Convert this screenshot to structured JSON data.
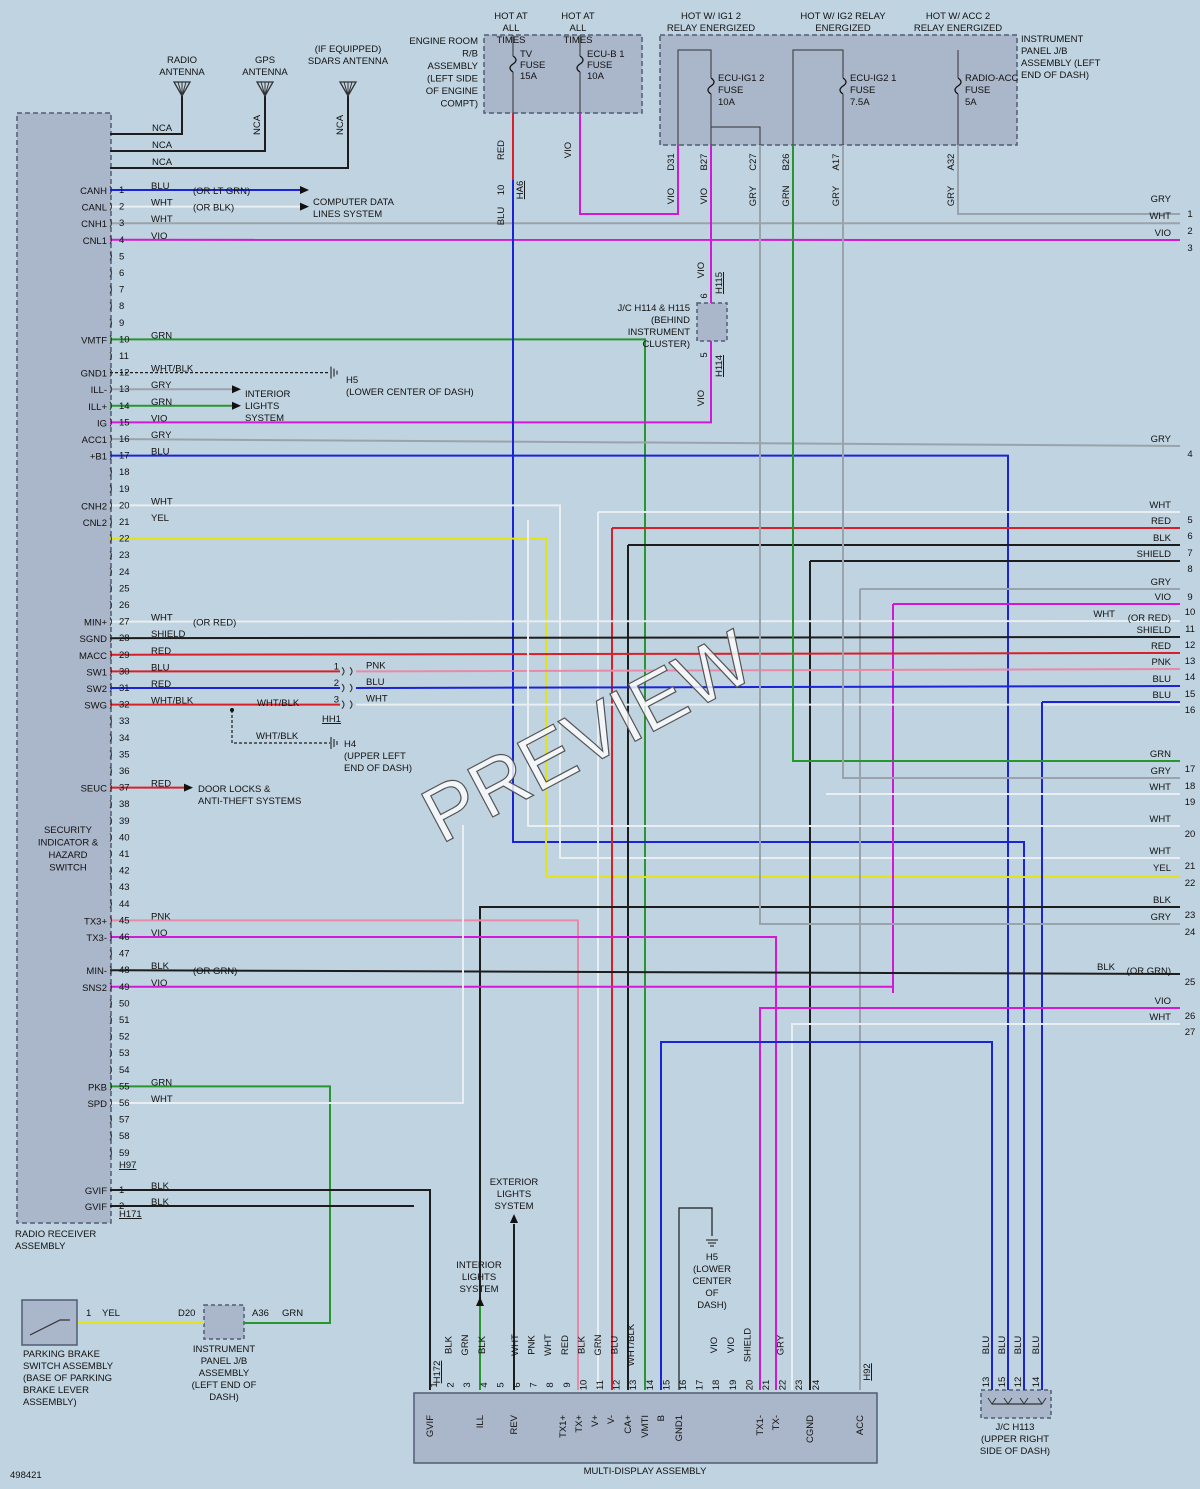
{
  "diagram_id": "498421",
  "colors": {
    "background": "#c0d3e0",
    "box_fill": "#aab6c9",
    "box_stroke": "#4f5d75",
    "BLU": "#1a23d8",
    "VIO": "#d21ad6",
    "RED": "#d8202a",
    "GRN": "#27962f",
    "YEL": "#e3e31a",
    "GRY": "#9aa3ab",
    "WHT": "#e8eef2",
    "PNK": "#e88aa7",
    "BLK": "#1d1d1d"
  },
  "watermark": "PREVIEW",
  "radio_receiver": {
    "label": "RADIO RECEIVER ASSEMBLY",
    "connector_h97": "H97",
    "connector_h171": "H171",
    "security_block_label": "SECURITY INDICATOR & HAZARD SWITCH",
    "antennas": [
      {
        "label": "RADIO ANTENNA",
        "wire": "NCA"
      },
      {
        "label": "GPS ANTENNA",
        "wire": "NCA"
      },
      {
        "label": "(IF EQUIPPED) SDARS ANTENNA",
        "wire": "NCA"
      }
    ],
    "antenna_wire_labels": [
      "NCA",
      "NCA",
      "NCA"
    ],
    "pins": [
      {
        "n": "1",
        "sig": "CANH",
        "col": "BLU",
        "note": "(OR LT GRN)"
      },
      {
        "n": "2",
        "sig": "CANL",
        "col": "WHT",
        "note": "(OR BLK)"
      },
      {
        "n": "3",
        "sig": "CNH1",
        "col": "WHT",
        "note": ""
      },
      {
        "n": "4",
        "sig": "CNL1",
        "col": "VIO",
        "note": ""
      },
      {
        "n": "5"
      },
      {
        "n": "6"
      },
      {
        "n": "7"
      },
      {
        "n": "8"
      },
      {
        "n": "9"
      },
      {
        "n": "10",
        "sig": "VMTF",
        "col": "GRN"
      },
      {
        "n": "11"
      },
      {
        "n": "12",
        "sig": "GND1",
        "col": "WHT/BLK"
      },
      {
        "n": "13",
        "sig": "ILL-",
        "col": "GRY"
      },
      {
        "n": "14",
        "sig": "ILL+",
        "col": "GRN"
      },
      {
        "n": "15",
        "sig": "IG",
        "col": "VIO"
      },
      {
        "n": "16",
        "sig": "ACC1",
        "col": "GRY"
      },
      {
        "n": "17",
        "sig": "+B1",
        "col": "BLU"
      },
      {
        "n": "18"
      },
      {
        "n": "19"
      },
      {
        "n": "20",
        "sig": "CNH2",
        "col": "WHT"
      },
      {
        "n": "21",
        "sig": "CNL2",
        "col": "YEL"
      },
      {
        "n": "22"
      },
      {
        "n": "23"
      },
      {
        "n": "24"
      },
      {
        "n": "25"
      },
      {
        "n": "26"
      },
      {
        "n": "27",
        "sig": "MIN+",
        "col": "WHT",
        "note": "(OR RED)"
      },
      {
        "n": "28",
        "sig": "SGND",
        "col": "SHIELD"
      },
      {
        "n": "29",
        "sig": "MACC",
        "col": "RED"
      },
      {
        "n": "30",
        "sig": "SW1",
        "col": "BLU"
      },
      {
        "n": "31",
        "sig": "SW2",
        "col": "RED"
      },
      {
        "n": "32",
        "sig": "SWG",
        "col": "WHT/BLK"
      },
      {
        "n": "33"
      },
      {
        "n": "34"
      },
      {
        "n": "35"
      },
      {
        "n": "36"
      },
      {
        "n": "37",
        "sig": "SEUC",
        "col": "RED"
      },
      {
        "n": "38"
      },
      {
        "n": "39"
      },
      {
        "n": "40"
      },
      {
        "n": "41"
      },
      {
        "n": "42"
      },
      {
        "n": "43"
      },
      {
        "n": "44"
      },
      {
        "n": "45",
        "sig": "TX3+",
        "col": "PNK"
      },
      {
        "n": "46",
        "sig": "TX3-",
        "col": "VIO"
      },
      {
        "n": "47"
      },
      {
        "n": "48",
        "sig": "MIN-",
        "col": "BLK",
        "note": "(OR GRN)"
      },
      {
        "n": "49",
        "sig": "SNS2",
        "col": "VIO"
      },
      {
        "n": "50"
      },
      {
        "n": "51"
      },
      {
        "n": "52"
      },
      {
        "n": "53"
      },
      {
        "n": "54"
      },
      {
        "n": "55",
        "sig": "PKB",
        "col": "GRN"
      },
      {
        "n": "56",
        "sig": "SPD",
        "col": "WHT"
      },
      {
        "n": "57"
      },
      {
        "n": "58"
      },
      {
        "n": "59"
      }
    ],
    "h171_pins": [
      {
        "n": "1",
        "sig": "GVIF",
        "col": "BLK"
      },
      {
        "n": "2",
        "sig": "GVIF",
        "col": "BLK"
      }
    ]
  },
  "computer_data": {
    "label": "COMPUTER DATA LINES SYSTEM"
  },
  "interior_lights_left": {
    "label": "INTERIOR LIGHTS SYSTEM"
  },
  "ground_h5": {
    "label": "H5 (LOWER CENTER OF DASH)"
  },
  "ground_h4": {
    "label": "H4 (UPPER LEFT END OF DASH)"
  },
  "door_locks": {
    "label": "DOOR LOCKS & ANTI-THEFT SYSTEMS"
  },
  "h1_connector": {
    "label": "HH1",
    "pins": [
      "1",
      "2",
      "3"
    ],
    "colors": [
      "PNK",
      "BLU",
      "WHT"
    ],
    "wht_blk_labels": [
      "WHT/BLK",
      "WHT/BLK"
    ]
  },
  "engine_room": {
    "label": "ENGINE ROOM R/B ASSEMBLY (LEFT SIDE OF ENGINE COMPT)",
    "headers": [
      "HOT AT ALL TIMES",
      "HOT AT ALL TIMES"
    ],
    "fuses": [
      "TV FUSE 15A",
      "ECU-B 1 FUSE 10A"
    ],
    "wire_labels": [
      "RED",
      "VIO",
      "BLU",
      "10",
      "HA6"
    ]
  },
  "instrument_panel": {
    "label": "INSTRUMENT PANEL J/B ASSEMBLY (LEFT END OF DASH)",
    "headers": [
      "HOT W/ IG1 2 RELAY ENERGIZED",
      "HOT W/ IG2 RELAY ENERGIZED",
      "HOT W/ ACC 2 RELAY ENERGIZED"
    ],
    "fuses": [
      "ECU-IG1 2 FUSE 10A",
      "ECU-IG2 1 FUSE 7.5A",
      "RADIO-ACC FUSE 5A"
    ],
    "pins": [
      "D31",
      "B27",
      "C27",
      "B26",
      "A17",
      "A32"
    ],
    "pin_colors": [
      "VIO",
      "VIO",
      "GRY",
      "GRN",
      "GRY",
      "GRY"
    ]
  },
  "jc_h114": {
    "label": "J/C H114 & H115 (BEHIND INSTRUMENT CLUSTER)",
    "labels": [
      "VIO",
      "6",
      "H115",
      "5",
      "H114",
      "VIO"
    ]
  },
  "right_terminals": [
    {
      "n": "1",
      "col": "GRY"
    },
    {
      "n": "2",
      "col": "WHT"
    },
    {
      "n": "3",
      "col": "VIO"
    },
    {
      "n": "4",
      "col": "GRY"
    },
    {
      "n": "5",
      "col": "WHT"
    },
    {
      "n": "6",
      "col": "RED"
    },
    {
      "n": "7",
      "col": "BLK"
    },
    {
      "n": "8",
      "col": "SHIELD"
    },
    {
      "n": "9",
      "col": "GRY"
    },
    {
      "n": "10",
      "col": "VIO"
    },
    {
      "n": "11",
      "col": "WHT (OR RED)"
    },
    {
      "n": "12",
      "col": "SHIELD"
    },
    {
      "n": "13",
      "col": "RED"
    },
    {
      "n": "14",
      "col": "PNK"
    },
    {
      "n": "15",
      "col": "BLU"
    },
    {
      "n": "16",
      "col": "BLU"
    },
    {
      "n": "17",
      "col": "GRN"
    },
    {
      "n": "18",
      "col": "GRY"
    },
    {
      "n": "19",
      "col": "WHT"
    },
    {
      "n": "20",
      "col": "WHT"
    },
    {
      "n": "21",
      "col": "WHT"
    },
    {
      "n": "22",
      "col": "YEL"
    },
    {
      "n": "23",
      "col": "BLK"
    },
    {
      "n": "24",
      "col": "GRY"
    },
    {
      "n": "25",
      "col": "BLK (OR GRN)"
    },
    {
      "n": "26",
      "col": "VIO"
    },
    {
      "n": "27",
      "col": "WHT"
    }
  ],
  "parking_brake": {
    "label": "PARKING BRAKE SWITCH ASSEMBLY (BASE OF PARKING BRAKE LEVER ASSEMBLY)",
    "pin": "1",
    "col": "YEL"
  },
  "instrument_jb_bottom": {
    "label": "INSTRUMENT PANEL J/B ASSEMBLY (LEFT END OF DASH)",
    "pins": [
      "D20",
      "A36"
    ],
    "col": "GRN"
  },
  "exterior_lights": {
    "label": "EXTERIOR LIGHTS SYSTEM"
  },
  "interior_lights_bottom": {
    "label": "INTERIOR LIGHTS SYSTEM"
  },
  "ground_h5_bottom": {
    "label": "H5 (LOWER CENTER OF DASH)"
  },
  "multi_display": {
    "label": "MULTI-DISPLAY ASSEMBLY",
    "connectors": [
      "H172",
      "H92"
    ],
    "pins": [
      "1",
      "2",
      "3",
      "4",
      "5",
      "6",
      "7",
      "8",
      "9",
      "10",
      "11",
      "12",
      "13",
      "14",
      "15",
      "16",
      "17",
      "18",
      "19",
      "20",
      "21",
      "22",
      "23",
      "24"
    ],
    "pin_wires": [
      "",
      "BLK",
      "GRN",
      "BLK",
      "",
      "WHT",
      "PNK",
      "WHT",
      "RED",
      "BLK",
      "GRN",
      "BLU",
      "WHT/BLK",
      "",
      "",
      "",
      "",
      "VIO",
      "VIO",
      "SHIELD",
      "",
      "GRY",
      "",
      ""
    ],
    "signals": [
      "GVIF",
      "ILL",
      "REV",
      "TX1+",
      "TX+",
      "V+",
      "V-",
      "CA+",
      "VMTI",
      "B",
      "GND1",
      "TX1-",
      "TX-",
      "CGND",
      "ACC"
    ]
  },
  "jc_h113": {
    "label": "J/C H113 (UPPER RIGHT SIDE OF DASH)",
    "pins": [
      "13",
      "15",
      "12",
      "14"
    ],
    "col": "BLU"
  }
}
